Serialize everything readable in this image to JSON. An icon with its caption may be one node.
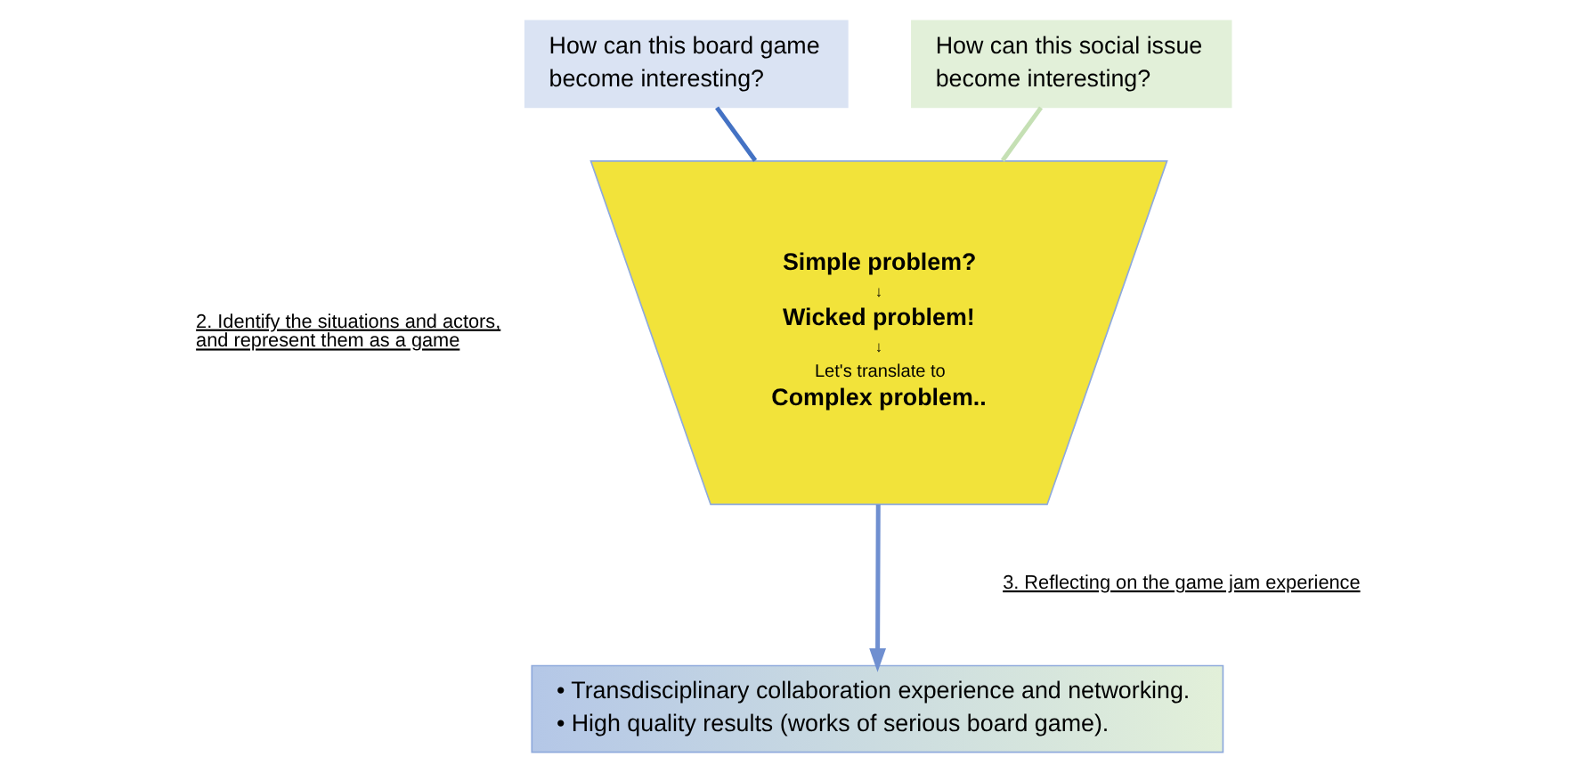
{
  "diagram": {
    "nodes": [
      {
        "text": [
          "How can this board game become interesting?"
        ]
      },
      {
        "text": [
          "How can this social issue become interesting?"
        ]
      },
      {
        "text": [
          "Simple problem?",
          "↓",
          "Wicked problem!",
          "↓",
          "Let's translate to",
          "Complex problem.."
        ]
      },
      {
        "text": [
          "• Transdisciplinary collaboration experience and networking.",
          "• High quality results (works of serious board game)."
        ]
      }
    ],
    "edges": [
      {
        "from": 0,
        "to": 2,
        "arrow": "none",
        "color": "#4472c4"
      },
      {
        "from": 1,
        "to": 2,
        "arrow": "none",
        "color": "#c5e0b4"
      },
      {
        "from": 2,
        "to": 3,
        "arrow": "to",
        "color": "#6f8fd0"
      }
    ],
    "labels": [
      "2. Identify the situations and actors, and represent them as a game",
      "3. Reflecting on the game jam experience"
    ]
  }
}
